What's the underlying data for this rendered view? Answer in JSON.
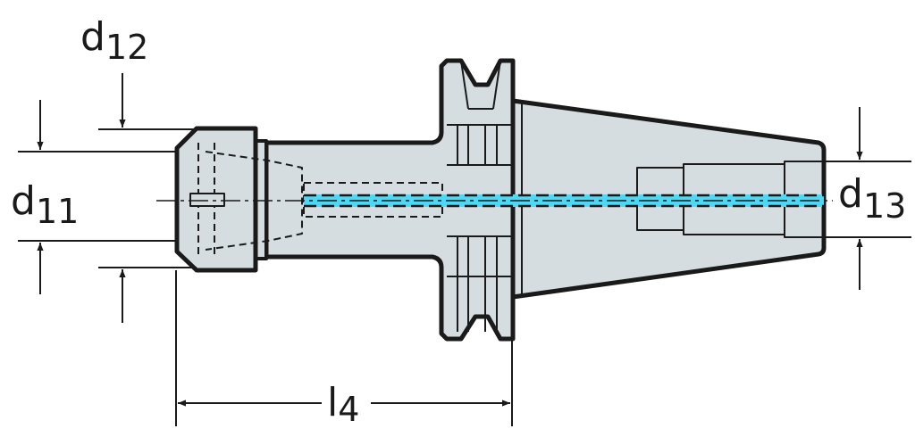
{
  "labels": {
    "d11": {
      "main": "d",
      "sub": "11"
    },
    "d12": {
      "main": "d",
      "sub": "12"
    },
    "d13": {
      "main": "d",
      "sub": "13"
    },
    "l4": {
      "main": "l",
      "sub": "4"
    }
  },
  "colors": {
    "body": "#d6dde0",
    "line": "#1a1a1a",
    "coolant": "#4fd8f5"
  }
}
